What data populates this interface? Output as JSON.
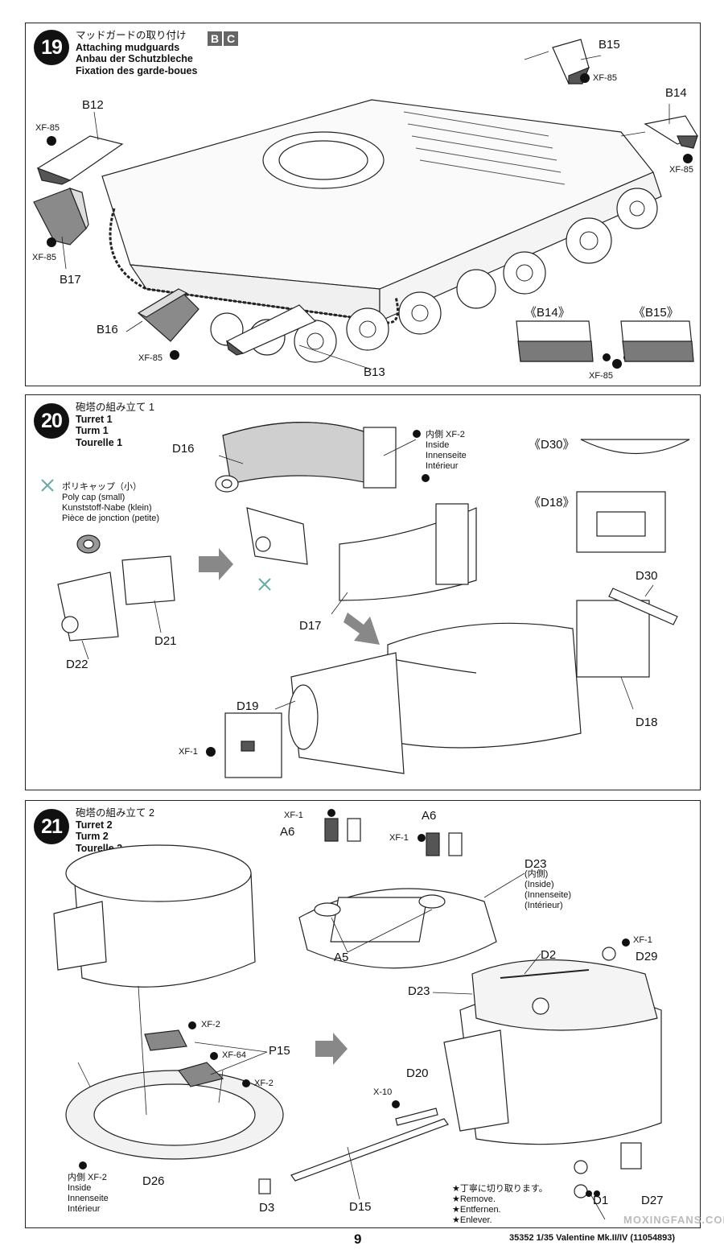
{
  "steps": [
    {
      "number": "19",
      "title_jp": "マッドガードの取り付け",
      "title_en": "Attaching mudguards",
      "title_de": "Anbau der Schutzbleche",
      "title_fr": "Fixation des garde-boues",
      "badges": [
        "B",
        "C"
      ],
      "labels": {
        "b15": "B15",
        "b14": "B14",
        "b12": "B12",
        "b17": "B17",
        "b16": "B16",
        "b13": "B13",
        "xf1": "XF-85",
        "xf2": "XF-85",
        "xf3": "XF-85",
        "xf4": "XF-85",
        "xf5": "XF-85",
        "xf6": "XF-85",
        "b14_view": "《B14》",
        "b15_view": "《B15》"
      }
    },
    {
      "number": "20",
      "title_jp": "砲塔の組み立て 1",
      "title_en": "Turret 1",
      "title_de": "Turm 1",
      "title_fr": "Tourelle 1",
      "labels": {
        "d16": "D16",
        "d17": "D17",
        "d21": "D21",
        "d22": "D22",
        "d19": "D19",
        "d30": "D30",
        "d18": "D18",
        "d30_view": "《D30》",
        "d18_view": "《D18》",
        "xf1": "XF-1",
        "polycap_jp": "ポリキャップ（小）",
        "polycap_en": "Poly cap (small)",
        "polycap_de": "Kunststoff-Nabe (klein)",
        "polycap_fr": "Pièce de jonction (petite)",
        "inside_jp": "内側 XF-2",
        "inside_en": "Inside",
        "inside_de": "Innenseite",
        "inside_fr": "Intérieur"
      }
    },
    {
      "number": "21",
      "title_jp": "砲塔の組み立て 2",
      "title_en": "Turret 2",
      "title_de": "Turm 2",
      "title_fr": "Tourelle 2",
      "labels": {
        "a6a": "A6",
        "a6b": "A6",
        "xf1a": "XF-1",
        "xf1b": "XF-1",
        "a5": "A5",
        "d23a": "D23",
        "d23_jp": "(内側)",
        "d23_en": "(Inside)",
        "d23_de": "(Innenseite)",
        "d23_fr": "(Intérieur)",
        "xf1c": "XF-1",
        "d2": "D2",
        "d29": "D29",
        "d23b": "D23",
        "d20": "D20",
        "x10": "X-10",
        "xf2a": "XF-2",
        "xf64": "XF-64",
        "xf2b": "XF-2",
        "p15": "P15",
        "inside_jp": "内側 XF-2",
        "inside_en": "Inside",
        "inside_de": "Innenseite",
        "inside_fr": "Intérieur",
        "d26": "D26",
        "d15": "D15",
        "d3": "D3",
        "d1": "D1",
        "d27": "D27",
        "remove_jp": "★丁寧に切り取ります。",
        "remove_en": "★Remove.",
        "remove_de": "★Entfernen.",
        "remove_fr": "★Enlever."
      }
    }
  ],
  "footer": {
    "page_number": "9",
    "info": "35352  1/35 Valentine Mk.II/IV (11054893)",
    "watermark": "MOXINGFANS.COM"
  }
}
